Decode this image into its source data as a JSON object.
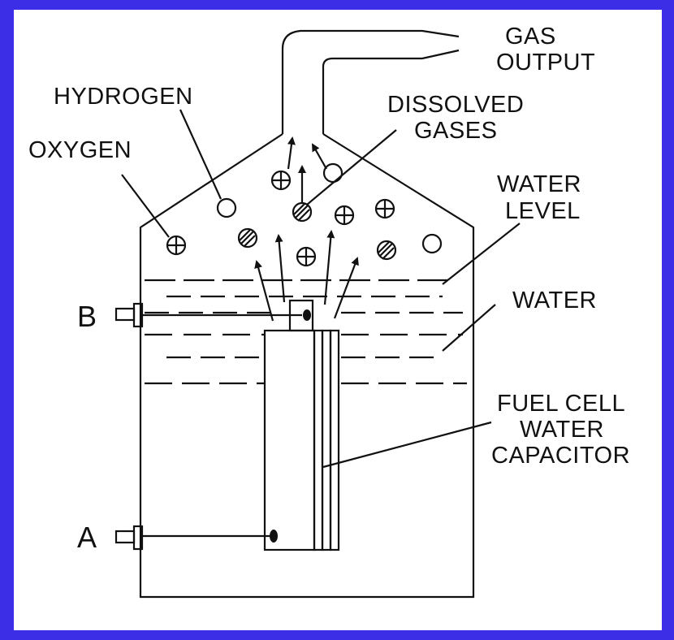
{
  "colors": {
    "border": "#3b2ee6",
    "paper": "#ffffff",
    "ink": "#111111"
  },
  "labels": {
    "gas_output_line1": "GAS",
    "gas_output_line2": "OUTPUT",
    "hydrogen": "HYDROGEN",
    "oxygen": "OXYGEN",
    "dissolved_line1": "DISSOLVED",
    "dissolved_line2": "GASES",
    "water_level_line1": "WATER",
    "water_level_line2": "LEVEL",
    "water": "WATER",
    "fuel_cell_line1": "FUEL CELL",
    "fuel_cell_line2": "WATER",
    "fuel_cell_line3": "CAPACITOR",
    "terminal_b": "B",
    "terminal_a": "A"
  },
  "bubble_types": [
    "hydrogen",
    "oxygen",
    "dissolved-gas"
  ]
}
